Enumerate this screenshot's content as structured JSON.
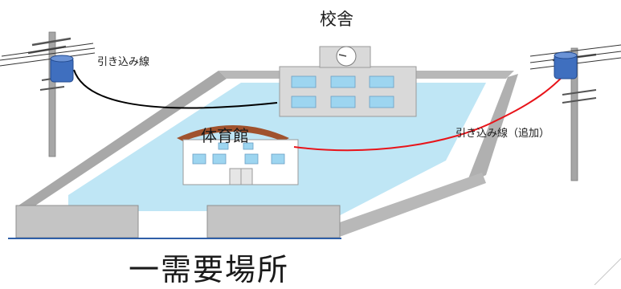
{
  "labels": {
    "school_building": "校舎",
    "service_line": "引き込み線",
    "gymnasium": "体育館",
    "service_line_added": "引き込み線（追加）",
    "title": "一需要場所"
  },
  "colors": {
    "ground": "#bfe6f5",
    "wall": "#b8b8b8",
    "wall_dark": "#8f8f8f",
    "building": "#d9d9d9",
    "window": "#9dd5f0",
    "gym_roof": "#a0522d",
    "existing_line": "#000000",
    "added_line": "#e8141a",
    "transformer": "#3f6fbf",
    "pole": "#a6a6a6"
  }
}
